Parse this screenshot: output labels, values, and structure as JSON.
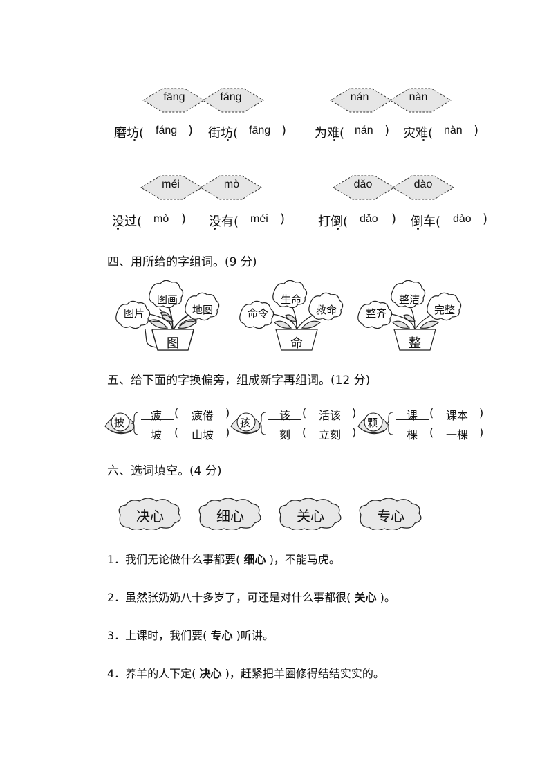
{
  "pinyin_groups": [
    {
      "tags": [
        "fāng",
        "fáng"
      ],
      "items": [
        {
          "word": "磨坊(",
          "answer": "fáng",
          "close": ")"
        },
        {
          "word": "街坊(",
          "answer": "fāng",
          "close": ")"
        }
      ]
    },
    {
      "tags": [
        "nán",
        "nàn"
      ],
      "items": [
        {
          "word": "为难(",
          "answer": "nán",
          "close": ")"
        },
        {
          "word": "灾难(",
          "answer": "nàn",
          "close": ")"
        }
      ]
    },
    {
      "tags": [
        "méi",
        "mò"
      ],
      "items": [
        {
          "word": "没过(",
          "answer": "mò",
          "close": ")"
        },
        {
          "word": "没有(",
          "answer": "méi",
          "close": ")"
        }
      ]
    },
    {
      "tags": [
        "dǎo",
        "dào"
      ],
      "items": [
        {
          "word": "打倒(",
          "answer": "dǎo",
          "close": ")"
        },
        {
          "word": "倒车(",
          "answer": "dào",
          "close": ")"
        }
      ]
    }
  ],
  "section4": {
    "title": "四、用所给的字组词。(9 分)",
    "pots": [
      {
        "char": "图",
        "words": [
          "图片",
          "图画",
          "地图"
        ]
      },
      {
        "char": "命",
        "words": [
          "命令",
          "生命",
          "救命"
        ]
      },
      {
        "char": "整",
        "words": [
          "整齐",
          "整洁",
          "完整"
        ]
      }
    ]
  },
  "section5": {
    "title": "五、给下面的字换偏旁，组成新字再组词。(12 分)",
    "groups": [
      {
        "base": "披",
        "rows": [
          {
            "char": "疲",
            "word": "疲倦"
          },
          {
            "char": "坡",
            "word": "山坡"
          }
        ]
      },
      {
        "base": "孩",
        "rows": [
          {
            "char": "该",
            "word": "活该"
          },
          {
            "char": "刻",
            "word": "立刻"
          }
        ]
      },
      {
        "base": "颗",
        "rows": [
          {
            "char": "课",
            "word": "课本"
          },
          {
            "char": "棵",
            "word": "一棵"
          }
        ]
      }
    ]
  },
  "section6": {
    "title": "六、选词填空。(4 分)",
    "options": [
      "决心",
      "细心",
      "关心",
      "专心"
    ],
    "sentences": [
      {
        "pre": "1．我们无论做什么事都要(",
        "answer": "细心",
        "post": ")，不能马虎。"
      },
      {
        "pre": "2．虽然张奶奶八十多岁了，可还是对什么事都很(",
        "answer": "关心",
        "post": ")。"
      },
      {
        "pre": "3．上课时，我们要(",
        "answer": "专心",
        "post": ")听讲。"
      },
      {
        "pre": "4．养羊的人下定(",
        "answer": "决心",
        "post": ")，赶紧把羊圈修得结结实实的。"
      }
    ]
  }
}
